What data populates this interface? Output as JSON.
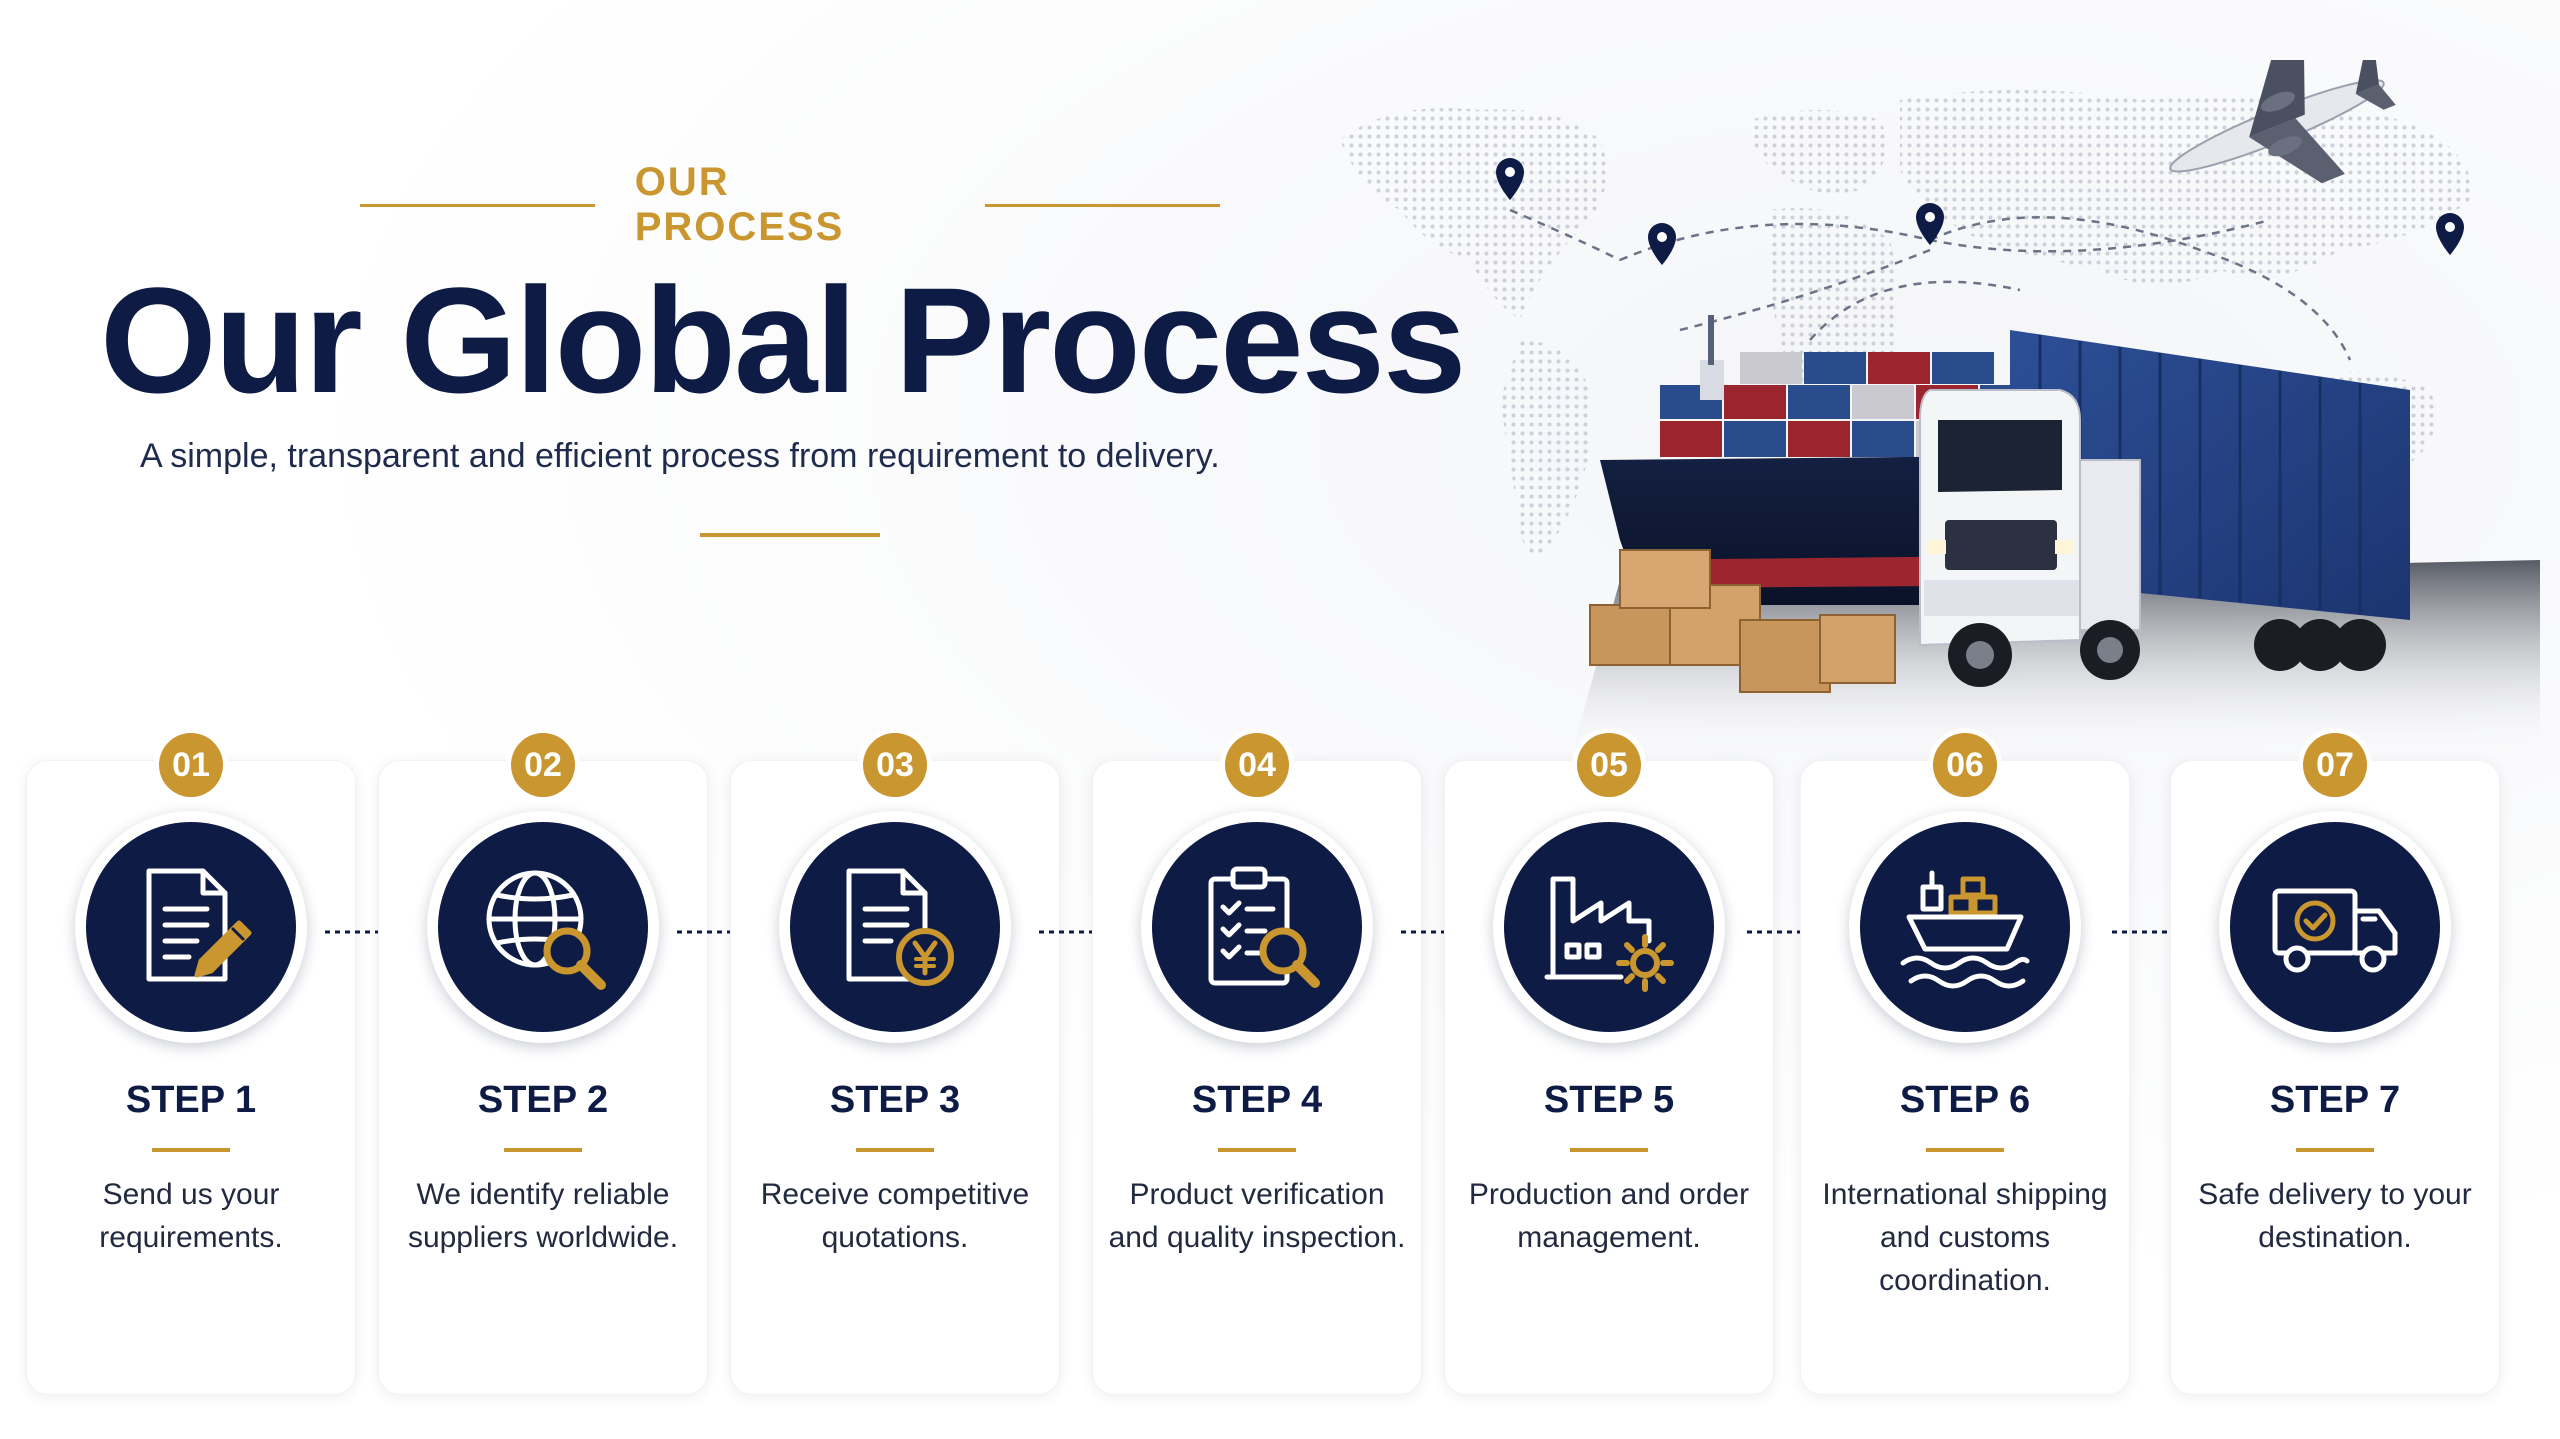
{
  "header": {
    "eyebrow": "OUR PROCESS",
    "title": "Our Global Process",
    "subtitle": "A simple, transparent and efficient process from requirement to delivery."
  },
  "colors": {
    "navy": "#0d1b45",
    "gold": "#c9962f"
  },
  "steps": [
    {
      "number": "01",
      "label": "STEP 1",
      "description": "Send us your requirements.",
      "icon": "document-pencil-icon"
    },
    {
      "number": "02",
      "label": "STEP 2",
      "description": "We identify reliable suppliers worldwide.",
      "icon": "globe-search-icon"
    },
    {
      "number": "03",
      "label": "STEP 3",
      "description": "Receive competitive quotations.",
      "icon": "document-yen-icon"
    },
    {
      "number": "04",
      "label": "STEP 4",
      "description": "Product verification and quality inspection.",
      "icon": "clipboard-inspection-icon"
    },
    {
      "number": "05",
      "label": "STEP 5",
      "description": "Production and order management.",
      "icon": "factory-gear-icon"
    },
    {
      "number": "06",
      "label": "STEP 6",
      "description": "International shipping and customs coordination.",
      "icon": "cargo-ship-icon"
    },
    {
      "number": "07",
      "label": "STEP 7",
      "description": "Safe delivery to your destination.",
      "icon": "delivery-truck-icon"
    }
  ],
  "hero": {
    "illustration": "world-map-logistics-illustration"
  }
}
